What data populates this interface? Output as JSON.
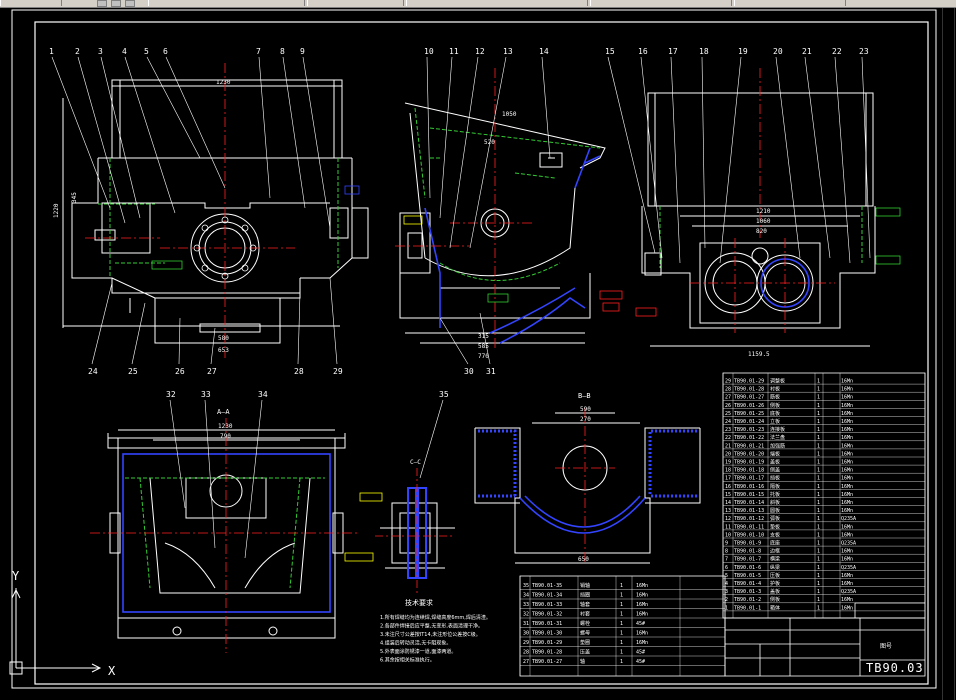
{
  "part_number_labels_top": [
    "1",
    "2",
    "3",
    "4",
    "5",
    "6",
    "7",
    "8",
    "9",
    "10",
    "11",
    "12",
    "13",
    "14",
    "15",
    "16",
    "17",
    "18",
    "19",
    "20",
    "21",
    "22",
    "23"
  ],
  "part_number_labels_bottom_left": [
    "24",
    "25",
    "26",
    "27",
    "28",
    "29"
  ],
  "part_number_labels_bottom_mid": [
    "30",
    "31"
  ],
  "part_number_labels_section": [
    "32",
    "33",
    "34",
    "35"
  ],
  "section_labels": {
    "aa": "A—A",
    "bb": "B—B",
    "cc": "C—C"
  },
  "dims": {
    "front_width": "1230",
    "front_height": "1220",
    "front_h2": "345",
    "front_bottom1": "580",
    "front_bottom2": "653",
    "side_top": "1050",
    "side_mid": "520",
    "side_bottom": "770",
    "side_b2": "585",
    "side_b3": "315",
    "right_top": "1210",
    "right_mid": "1060",
    "right_in": "820",
    "right_bottom": "1159.5",
    "aa_width": "1230",
    "aa_inner": "790",
    "bb_top": "590",
    "bb_inner": "270",
    "bb_bottom": "650"
  },
  "tech_notes_title": "技术要求",
  "tech_notes": [
    "1.所有焊缝均为连续焊,焊缝高度6mm,焊后清渣。",
    "2.各部件焊接后应平整,无变形,表面清理干净。",
    "3.未注尺寸公差按IT14,未注形位公差按C级。",
    "4.组装后转动灵活,无卡阻现象。",
    "5.外表面涂防锈漆一道,面漆两道。",
    "6.其余按相关标准执行。"
  ],
  "bom_upper": [
    {
      "no": "29",
      "code": "TB90.01-29",
      "name": "调整板",
      "qty": "1",
      "mat": "16Mn"
    },
    {
      "no": "28",
      "code": "TB90.01-28",
      "name": "衬板",
      "qty": "1",
      "mat": "16Mn"
    },
    {
      "no": "27",
      "code": "TB90.01-27",
      "name": "筋板",
      "qty": "1",
      "mat": "16Mn"
    },
    {
      "no": "26",
      "code": "TB90.01-26",
      "name": "侧板",
      "qty": "1",
      "mat": "16Mn"
    },
    {
      "no": "25",
      "code": "TB90.01-25",
      "name": "底板",
      "qty": "1",
      "mat": "16Mn"
    },
    {
      "no": "24",
      "code": "TB90.01-24",
      "name": "立板",
      "qty": "1",
      "mat": "16Mn"
    },
    {
      "no": "23",
      "code": "TB90.01-23",
      "name": "连接板",
      "qty": "1",
      "mat": "16Mn"
    },
    {
      "no": "22",
      "code": "TB90.01-22",
      "name": "法兰盘",
      "qty": "1",
      "mat": "16Mn"
    },
    {
      "no": "21",
      "code": "TB90.01-21",
      "name": "加强筋",
      "qty": "1",
      "mat": "16Mn"
    },
    {
      "no": "20",
      "code": "TB90.01-20",
      "name": "端板",
      "qty": "1",
      "mat": "16Mn"
    },
    {
      "no": "19",
      "code": "TB90.01-19",
      "name": "盖板",
      "qty": "1",
      "mat": "16Mn"
    },
    {
      "no": "18",
      "code": "TB90.01-18",
      "name": "侧盖",
      "qty": "1",
      "mat": "16Mn"
    },
    {
      "no": "17",
      "code": "TB90.01-17",
      "name": "挡板",
      "qty": "1",
      "mat": "16Mn"
    },
    {
      "no": "16",
      "code": "TB90.01-16",
      "name": "隔板",
      "qty": "1",
      "mat": "16Mn"
    },
    {
      "no": "15",
      "code": "TB90.01-15",
      "name": "托板",
      "qty": "1",
      "mat": "16Mn"
    },
    {
      "no": "14",
      "code": "TB90.01-14",
      "name": "斜板",
      "qty": "1",
      "mat": "16Mn"
    },
    {
      "no": "13",
      "code": "TB90.01-13",
      "name": "圆板",
      "qty": "1",
      "mat": "16Mn"
    },
    {
      "no": "12",
      "code": "TB90.01-12",
      "name": "弧板",
      "qty": "1",
      "mat": "Q235A"
    },
    {
      "no": "11",
      "code": "TB90.01-11",
      "name": "垫板",
      "qty": "1",
      "mat": "16Mn"
    },
    {
      "no": "10",
      "code": "TB90.01-10",
      "name": "支板",
      "qty": "1",
      "mat": "16Mn"
    },
    {
      "no": "9",
      "code": "TB90.01-9",
      "name": "底座",
      "qty": "1",
      "mat": "Q235A"
    },
    {
      "no": "8",
      "code": "TB90.01-8",
      "name": "边框",
      "qty": "1",
      "mat": "16Mn"
    },
    {
      "no": "7",
      "code": "TB90.01-7",
      "name": "横梁",
      "qty": "1",
      "mat": "16Mn"
    },
    {
      "no": "6",
      "code": "TB90.01-6",
      "name": "纵梁",
      "qty": "1",
      "mat": "Q235A"
    },
    {
      "no": "5",
      "code": "TB90.01-5",
      "name": "压板",
      "qty": "1",
      "mat": "16Mn"
    },
    {
      "no": "4",
      "code": "TB90.01-4",
      "name": "护板",
      "qty": "1",
      "mat": "16Mn"
    },
    {
      "no": "3",
      "code": "TB90.01-3",
      "name": "盖板",
      "qty": "1",
      "mat": "Q235A"
    },
    {
      "no": "2",
      "code": "TB90.01-2",
      "name": "侧板",
      "qty": "1",
      "mat": "16Mn"
    },
    {
      "no": "1",
      "code": "TB90.01-1",
      "name": "箱体",
      "qty": "1",
      "mat": "16Mn"
    }
  ],
  "bom_lower": [
    {
      "no": "35",
      "code": "TB90.01-35",
      "name": "销轴",
      "qty": "1",
      "mat": "16Mn"
    },
    {
      "no": "34",
      "code": "TB90.01-34",
      "name": "挡圈",
      "qty": "1",
      "mat": "16Mn"
    },
    {
      "no": "33",
      "code": "TB90.01-33",
      "name": "轴套",
      "qty": "1",
      "mat": "16Mn"
    },
    {
      "no": "32",
      "code": "TB90.01-32",
      "name": "衬套",
      "qty": "1",
      "mat": "16Mn"
    },
    {
      "no": "31",
      "code": "TB90.01-31",
      "name": "螺栓",
      "qty": "1",
      "mat": "45#"
    },
    {
      "no": "30",
      "code": "TB90.01-30",
      "name": "螺母",
      "qty": "1",
      "mat": "16Mn"
    },
    {
      "no": "29",
      "code": "TB90.01-29",
      "name": "垫圈",
      "qty": "1",
      "mat": "16Mn"
    },
    {
      "no": "28",
      "code": "TB90.01-28",
      "name": "压盖",
      "qty": "1",
      "mat": "45#"
    },
    {
      "no": "27",
      "code": "TB90.01-27",
      "name": "轴",
      "qty": "1",
      "mat": "45#"
    }
  ],
  "title_block": {
    "drawing_no": "TB90.03",
    "field_label": "图号"
  },
  "ucs": {
    "x": "X",
    "y": "Y"
  },
  "colors": {
    "bg": "#000000",
    "line": "#ffffff",
    "center": "#ff2020",
    "hidden": "#33cc33",
    "section": "#3344ff",
    "leader": "#ffff00",
    "frame": "#ffffff"
  }
}
